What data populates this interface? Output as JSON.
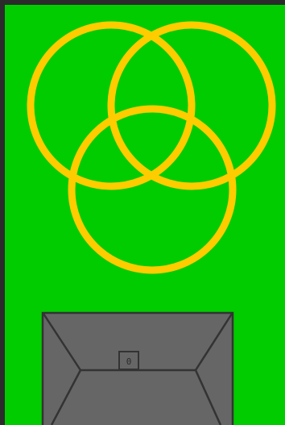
{
  "scene": {
    "frame_color": "#2b2b2b",
    "field_color": "#00cc00",
    "rings": {
      "icon": "three-interlocking-rings",
      "color": "#ffcc00",
      "count": 3
    },
    "bunker": {
      "icon": "hip-roof-building-top-view",
      "roof_color": "#666666",
      "edge_color": "#333333",
      "counter_value": "0"
    }
  }
}
